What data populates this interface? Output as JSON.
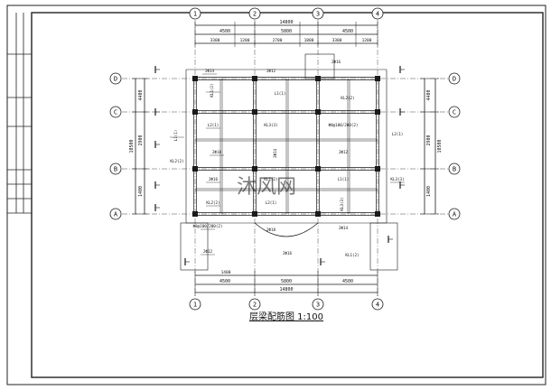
{
  "drawing": {
    "title": "层梁配筋图 1:100",
    "watermark": "沐风网",
    "grid_columns": [
      "1",
      "2",
      "3",
      "4"
    ],
    "grid_rows": [
      "A",
      "B",
      "C",
      "D"
    ],
    "dims_top_total": "14800",
    "dims_top_bays": [
      "4500",
      "5800",
      "4500"
    ],
    "dims_top_sub": [
      "3300",
      "1200",
      "2700",
      "1800",
      "3300",
      "1200"
    ],
    "dims_bottom_total": "14800",
    "dims_bottom_bays": [
      "4500",
      "5800",
      "4500"
    ],
    "dims_bottom_sub": [
      "1400"
    ],
    "dims_left_total": "10500",
    "dims_left_bays": [
      "4400",
      "2900",
      "1400"
    ],
    "dims_right_total": "10500",
    "dims_right_bays": [
      "4400",
      "2900",
      "1400"
    ],
    "beam_labels": [
      "2Ф14",
      "2Ф12",
      "2Ф16",
      "KL1(2)",
      "L1(1)",
      "KL2(2)",
      "L2(1)",
      "KL3(3)",
      "Ф8@100/200(2)",
      "2Ф18"
    ],
    "colors": {
      "line": "#1a1a1a",
      "watermark": "#b8b8b8"
    }
  }
}
